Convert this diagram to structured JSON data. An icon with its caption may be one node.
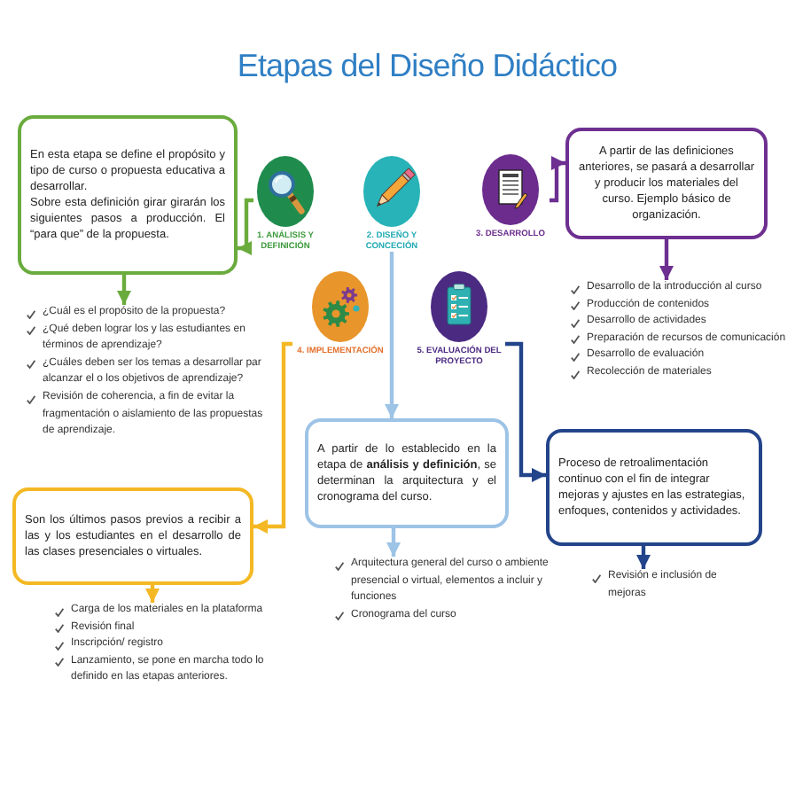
{
  "diagram": {
    "title": "Etapas del Diseño Didáctico",
    "nodes": [
      {
        "text": [
          "En esta etapa se define el propósito y tipo de curso o propuesta educativa a desarrollar.",
          "Sobre esta definición girar girarán los siguientes pasos a producción. El “para que” de la propuesta."
        ]
      },
      {
        "text": [
          "1. ANÁLISIS Y DEFINICIÓN"
        ]
      },
      {
        "text": [
          "2. DISEÑO Y CONCECIÓN"
        ]
      },
      {
        "text": [
          "3. DESARROLLO"
        ]
      },
      {
        "text": [
          "A partir de las definiciones anteriores, se pasará a desarrollar y producir los materiales del curso. Ejemplo básico de organización."
        ]
      },
      {
        "text": [
          "4. IMPLEMENTACIÓN"
        ]
      },
      {
        "text": [
          "5. EVALUACIÓN DEL PROYECTO"
        ]
      },
      {
        "text": [
          "¿Cuál es el propósito de la propuesta?",
          "¿Qué deben lograr los y las estudiantes en términos de aprendizaje?",
          "¿Cuáles deben ser los temas a desarrollar par alcanzar el o los objetivos de aprendizaje?",
          "Revisión de coherencia, a fin de evitar la fragmentación o aislamiento de las propuestas de aprendizaje."
        ]
      },
      {
        "text": [
          "Desarrollo de la introducción al curso",
          "Producción de contenidos",
          "Desarrollo de actividades",
          "Preparación de recursos de comunicación",
          "Desarrollo de evaluación",
          "Recolección de materiales"
        ]
      },
      {
        "text": [
          "A partir de lo establecido en la etapa de **análisis y definición**, se determinan la arquitectura y el cronograma del curso."
        ]
      },
      {
        "text": [
          "Proceso de retroalimentación continuo con el fin de integrar mejoras y ajustes en las estrategias, enfoques, contenidos y actividades."
        ]
      },
      {
        "text": [
          "Son los últimos pasos previos a recibir a las y los estudiantes en el desarrollo de las clases presenciales o virtuales."
        ]
      },
      {
        "text": [
          "Arquitectura general del curso o ambiente presencial o virtual, elementos a incluir y funciones",
          "Cronograma del curso"
        ]
      },
      {
        "text": [
          "Revisión e inclusión de mejoras"
        ]
      },
      {
        "text": [
          "Carga de los materiales en la plataforma",
          "Revisión final",
          "Inscripción/ registro",
          "Lanzamiento, se pone en marcha todo lo definido en las etapas anteriores."
        ]
      }
    ],
    "edges": [
      {
        "from": 1,
        "to": 0,
        "arrow": "to",
        "color": "#6aab3d"
      },
      {
        "from": 0,
        "to": 7,
        "arrow": "to",
        "color": "#6aab3d"
      },
      {
        "from": 3,
        "to": 4,
        "arrow": "to",
        "color": "#6d2f90"
      },
      {
        "from": 4,
        "to": 8,
        "arrow": "to",
        "color": "#6d2f90"
      },
      {
        "from": 2,
        "to": 9,
        "arrow": "to",
        "color": "#9dc3e6"
      },
      {
        "from": 9,
        "to": 12,
        "arrow": "to",
        "color": "#9dc3e6"
      },
      {
        "from": 5,
        "to": 11,
        "arrow": "to",
        "color": "#f3b823"
      },
      {
        "from": 11,
        "to": 14,
        "arrow": "to",
        "color": "#f3b823"
      },
      {
        "from": 6,
        "to": 10,
        "arrow": "to",
        "color": "#23448a"
      },
      {
        "from": 10,
        "to": 13,
        "arrow": "to",
        "color": "#23448a"
      }
    ]
  }
}
